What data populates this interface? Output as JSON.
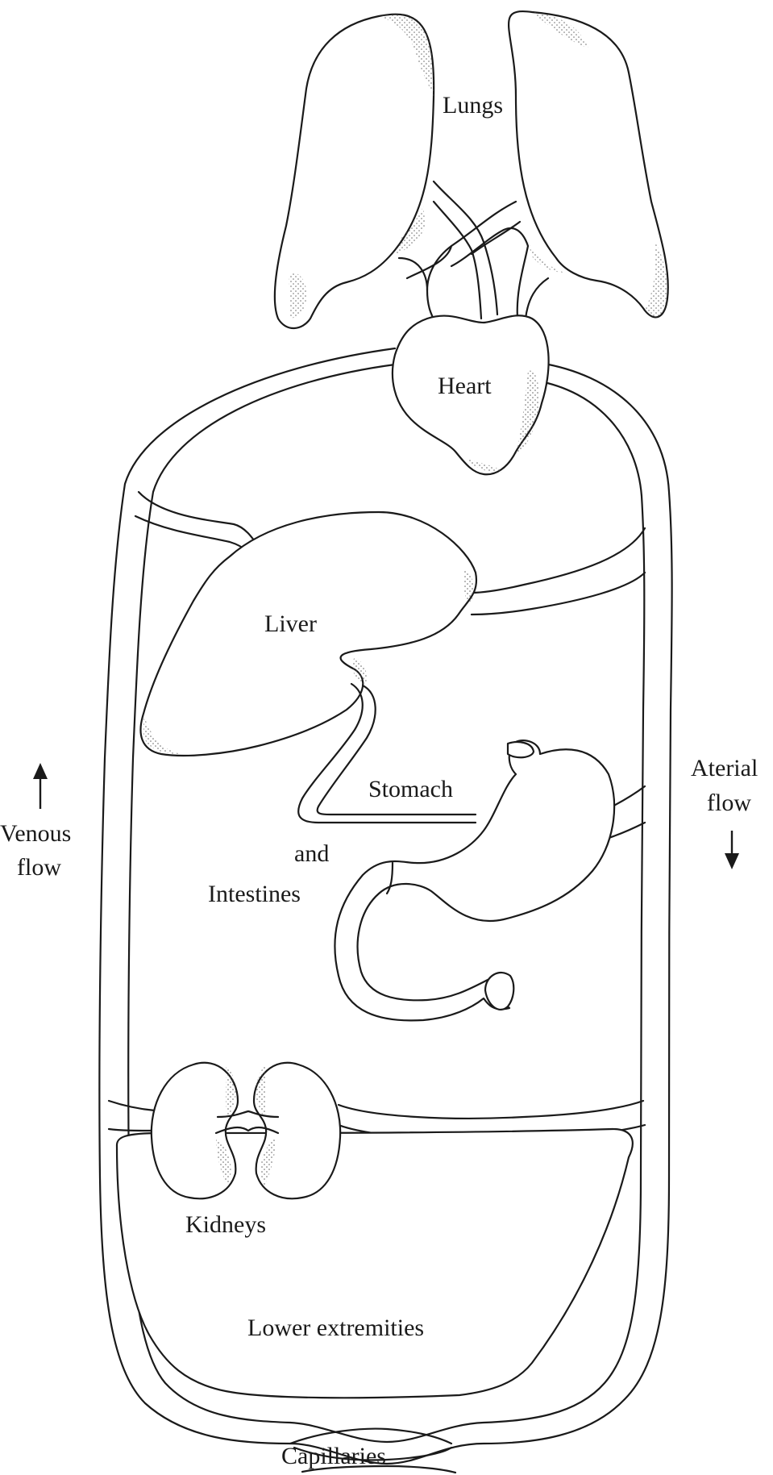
{
  "labels": {
    "lungs": "Lungs",
    "heart": "Heart",
    "liver": "Liver",
    "stomach": "Stomach",
    "and": "and",
    "intestines": "Intestines",
    "kidneys": "Kidneys",
    "lower_extremities": "Lower extremities",
    "capillaries": "Capillaries",
    "venous_1": "Venous",
    "venous_2": "flow",
    "arterial_1": "Aterial",
    "arterial_2": "flow"
  },
  "colors": {
    "line": "#1a1a1a",
    "stipple": "#555555",
    "background": "#ffffff"
  },
  "icons": {
    "venous": "arrow-up-icon",
    "arterial": "arrow-down-icon"
  }
}
